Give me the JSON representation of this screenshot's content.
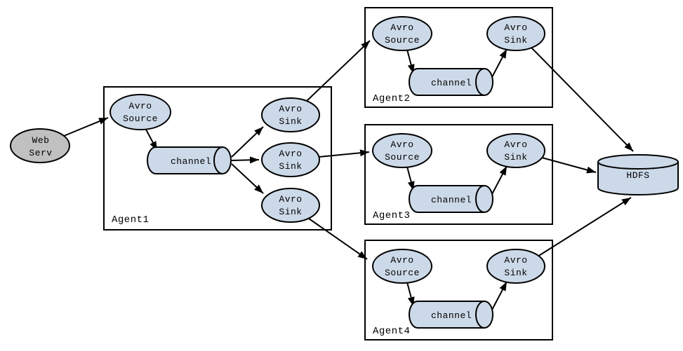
{
  "diagram": {
    "colors": {
      "node_fill": "#ccd9e8",
      "web_server_fill": "#c0c0c0",
      "stroke": "#000000",
      "background": "#ffffff"
    },
    "web_server": {
      "line1": "Web",
      "line2": "Serv"
    },
    "hdfs": {
      "label": "HDFS"
    },
    "agents": [
      {
        "name": "Agent1",
        "source": {
          "line1": "Avro",
          "line2": "Source"
        },
        "channel": {
          "label": "channel"
        },
        "sinks": [
          {
            "line1": "Avro",
            "line2": "Sink"
          },
          {
            "line1": "Avro",
            "line2": "Sink"
          },
          {
            "line1": "Avro",
            "line2": "Sink"
          }
        ]
      },
      {
        "name": "Agent2",
        "source": {
          "line1": "Avro",
          "line2": "Source"
        },
        "channel": {
          "label": "channel"
        },
        "sinks": [
          {
            "line1": "Avro",
            "line2": "Sink"
          }
        ]
      },
      {
        "name": "Agent3",
        "source": {
          "line1": "Avro",
          "line2": "Source"
        },
        "channel": {
          "label": "channel"
        },
        "sinks": [
          {
            "line1": "Avro",
            "line2": "Sink"
          }
        ]
      },
      {
        "name": "Agent4",
        "source": {
          "line1": "Avro",
          "line2": "Source"
        },
        "channel": {
          "label": "channel"
        },
        "sinks": [
          {
            "line1": "Avro",
            "line2": "Sink"
          }
        ]
      }
    ]
  }
}
